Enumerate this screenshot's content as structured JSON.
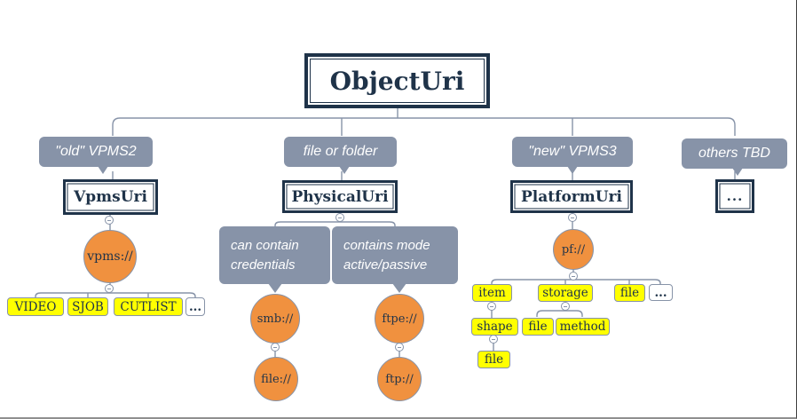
{
  "diagram": {
    "root": {
      "label": "ObjectUri"
    },
    "branches": [
      {
        "callout": "\"old\" VPMS2",
        "box": "VpmsUri",
        "scheme": "vpms://",
        "children": [
          "VIDEO",
          "SJOB",
          "CUTLIST",
          "..."
        ]
      },
      {
        "callout": "file or folder",
        "box": "PhysicalUri",
        "notes": [
          "can contain credentials",
          "contains mode active/passive"
        ],
        "schemes": [
          {
            "parent": "smb://",
            "child": "file://"
          },
          {
            "parent": "ftpe://",
            "child": "ftp://"
          }
        ]
      },
      {
        "callout": "\"new\" VPMS3",
        "box": "PlatformUri",
        "scheme": "pf://",
        "children": [
          "item",
          "storage",
          "file",
          "..."
        ],
        "grandchildren": {
          "item": [
            "shape"
          ],
          "shape": [
            "file"
          ],
          "storage": [
            "file",
            "method"
          ]
        }
      },
      {
        "callout": "others TBD",
        "box": "..."
      }
    ],
    "colors": {
      "navy": "#1f3349",
      "slate": "#8793a8",
      "orange": "#f0913f",
      "yellow": "#ffff00",
      "connector": "#8793a8"
    }
  }
}
